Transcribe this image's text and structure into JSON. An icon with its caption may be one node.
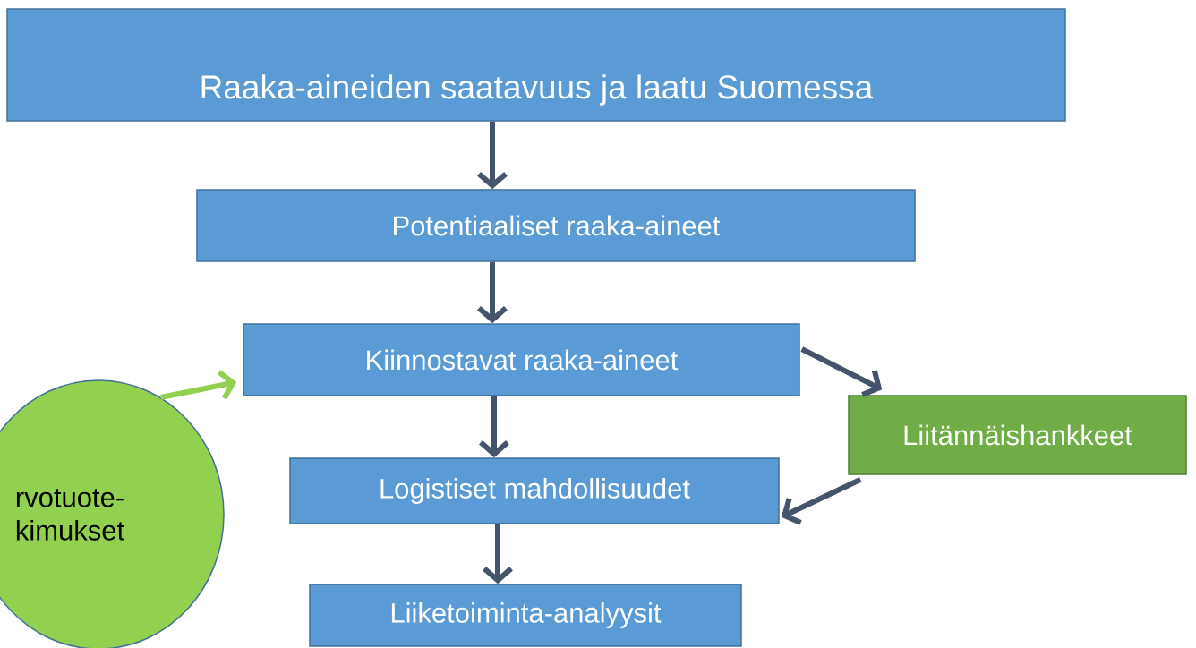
{
  "diagram": {
    "nodes": [
      {
        "text": [
          "Raaka-aineiden saatavuus ja laatu Suomessa"
        ]
      },
      {
        "text": [
          "Potentiaaliset raaka-aineet"
        ]
      },
      {
        "text": [
          "Kiinnostavat raaka-aineet"
        ]
      },
      {
        "text": [
          "Liitännäishankkeet"
        ]
      },
      {
        "text": [
          "Logistiset mahdollisuudet"
        ]
      },
      {
        "text": [
          "Liiketoiminta-analyysit"
        ]
      },
      {
        "text": [
          "rvotuote- kimukset"
        ]
      }
    ],
    "edges": [
      {
        "from": 0,
        "to": 1,
        "arrow": "to"
      },
      {
        "from": 1,
        "to": 2,
        "arrow": "to"
      },
      {
        "from": 2,
        "to": 4,
        "arrow": "to"
      },
      {
        "from": 4,
        "to": 5,
        "arrow": "to"
      },
      {
        "from": 2,
        "to": 3,
        "arrow": "to"
      },
      {
        "from": 3,
        "to": 4,
        "arrow": "to"
      },
      {
        "from": 6,
        "to": 2,
        "arrow": "to",
        "color": "#92d050"
      }
    ]
  }
}
